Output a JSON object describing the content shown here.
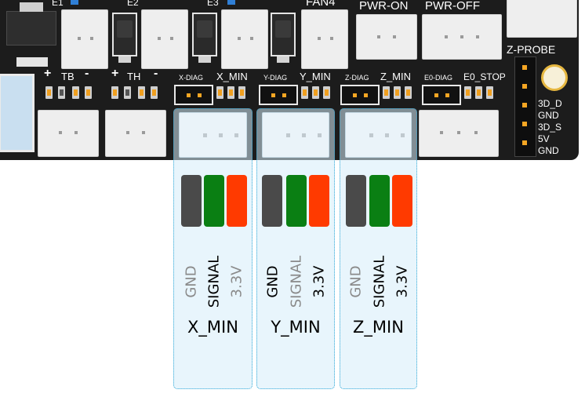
{
  "board": {
    "labels": {
      "e1": "E1",
      "e2": "E2",
      "e3": "E3",
      "fan4": "FAN4",
      "pwr_on": "PWR-ON",
      "pwr_off": "PWR-OFF",
      "z_probe": "Z-PROBE",
      "tb": "TB",
      "th": "TH",
      "plus": "+",
      "minus": "-",
      "x_diag": "X-DIAG",
      "x_min": "X_MIN",
      "y_diag": "Y-DIAG",
      "y_min": "Y_MIN",
      "z_diag": "Z-DIAG",
      "z_min": "Z_MIN",
      "e0_diag": "E0-DIAG",
      "e0_stop": "E0_STOP"
    },
    "probe_pins": [
      "3D_D",
      "GND",
      "3D_S",
      "5V",
      "GND"
    ]
  },
  "wire_colors": {
    "gnd": "#4a4a4a",
    "signal": "#0a7f13",
    "v33": "#ff3a00"
  },
  "text_colors": {
    "muted": "#8a8a8a",
    "strong": "#000000"
  },
  "panels": [
    {
      "name": "X_MIN",
      "wires": [
        "GND",
        "SIGNAL",
        "3.3V"
      ]
    },
    {
      "name": "Y_MIN",
      "wires": [
        "GND",
        "SIGNAL",
        "3.3V"
      ]
    },
    {
      "name": "Z_MIN",
      "wires": [
        "GND",
        "SIGNAL",
        "3.3V"
      ]
    }
  ]
}
